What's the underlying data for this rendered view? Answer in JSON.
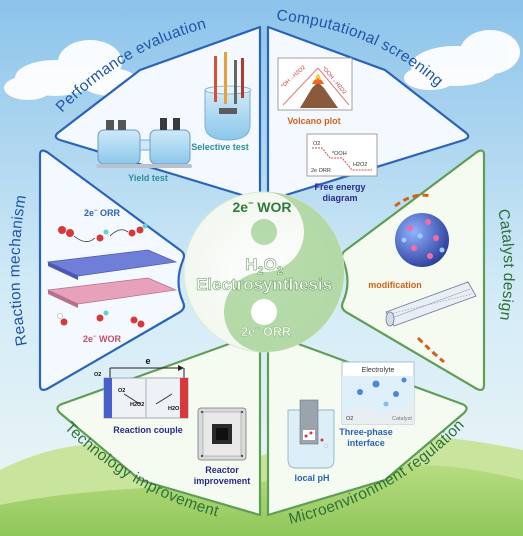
{
  "colors": {
    "blue_accent": "#2a63b8",
    "green_accent": "#2f7a3c",
    "teal_label": "#2e8e9a",
    "orange_label": "#d2621a",
    "sky_top": "#8fc4ea",
    "grass": "#a9d56f"
  },
  "center": {
    "top": "2e",
    "top_sup": "−",
    "top_rest": " WOR",
    "h": "H",
    "sub2a": "2",
    "o": "O",
    "sub2b": "2",
    "main": "Electrosynthesis",
    "bottom": "2e",
    "bottom_sup": "−",
    "bottom_rest": " ORR"
  },
  "segments": {
    "performance": {
      "title": "Performance evaluation",
      "yield_label": "Yield test",
      "selective_label": "Selective test"
    },
    "computational": {
      "title": "Computational screening",
      "volcano_label": "Volcano plot",
      "free_energy_label_1": "Free energy",
      "free_energy_label_2": "diagram",
      "volcano_left": "*OH→H2O2",
      "volcano_right": "*OOH→H2O2",
      "fe_o2": "O2",
      "fe_ooh": "*OOH",
      "fe_h2o2": "H2O2",
      "fe_2e": "2e ORR"
    },
    "catalyst": {
      "title": "Catalyst design",
      "modification_label": "modification"
    },
    "microenvironment": {
      "title": "Microenvironment regulation",
      "electrolyte": "Electrolyte",
      "three_phase_1": "Three-phase",
      "three_phase_2": "interface",
      "local_ph": "local pH",
      "catalyst_word": "Catalyst",
      "o2_word": "O2"
    },
    "technology": {
      "title": "Technology improvement",
      "couple_label": "Reaction couple",
      "reactor_label_1": "Reactor",
      "reactor_label_2": "improvement",
      "e_label": "e",
      "o2_left": "O2",
      "o2_mid": "O2",
      "h2o2": "H2O2",
      "h2o": "H2O"
    },
    "mechanism": {
      "title": "Reaction mechanism",
      "top_label": "2e",
      "top_sup": "−",
      "top_rest": " ORR",
      "bottom_label": "2e",
      "bottom_sup": "−",
      "bottom_rest": " WOR"
    }
  }
}
